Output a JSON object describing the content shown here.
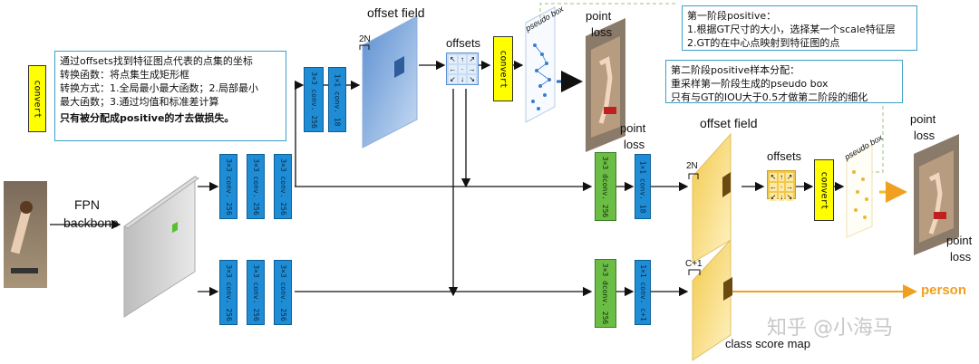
{
  "labels": {
    "fpn_line1": "FPN",
    "fpn_line2": "backbone",
    "offset_field_top": "offset field",
    "offset_field_bottom": "offset field",
    "offsets_top": "offsets",
    "offsets_bottom": "offsets",
    "point_loss_1a": "point",
    "point_loss_1b": "loss",
    "point_loss_2a": "point",
    "point_loss_2b": "loss",
    "point_loss_3a": "point",
    "point_loss_3b": "loss",
    "point_loss_4a": "point",
    "point_loss_4b": "loss",
    "pseudo_box_top": "pseudo box",
    "pseudo_box_bottom": "pseudo box",
    "channels_2n_top": "2N",
    "channels_2n_bottom": "2N",
    "channels_c1": "C+1",
    "class_score_map": "class score map",
    "person": "person",
    "watermark": "知乎 @小海马"
  },
  "convert": {
    "left": "convert",
    "top": "convert",
    "bottom": "convert"
  },
  "conv_blocks": {
    "top_branch_a": "3×3 conv. 256",
    "top_branch_b": "1×1 conv. 18",
    "mid_1": "3×3 conv. 256",
    "mid_2": "3×3 conv. 256",
    "mid_3": "3×3 conv. 256",
    "bot_1": "3×3 conv. 256",
    "bot_2": "3×3 conv. 256",
    "bot_3": "3×3 conv. 256",
    "mid_deconv": "3×3 dconv. 256",
    "mid_1x1": "1×1 conv. 18",
    "bot_deconv": "3×3 dconv. 256",
    "bot_1x1": "1×1 conv. c+1"
  },
  "notes": {
    "left": [
      "通过offsets找到特征图点代表的点集的坐标",
      "转换函数：将点集生成矩形框",
      "转换方式：1.全局最小最大函数；2.局部最小",
      "最大函数；3.通过均值和标准差计算"
    ],
    "left_bold": "只有被分配成positive的才去做损失。",
    "stage1": [
      "第一阶段positive：",
      "1.根据GT尺寸的大小，选择某一个scale特征层",
      "2.GT的在中心点映射到特征图的点"
    ],
    "stage2": [
      "第二阶段positive样本分配：",
      "重采样第一阶段生成的pseudo box",
      "只有与GT的IOU大于0.5才做第二阶段的细化"
    ]
  },
  "colors": {
    "conv_blue": "#1f8dd6",
    "deconv_green": "#6bbd45",
    "convert_yellow": "#ffff00",
    "star_red": "#e02020",
    "person_orange": "#f0a020",
    "note_border": "#3aa0c9"
  }
}
